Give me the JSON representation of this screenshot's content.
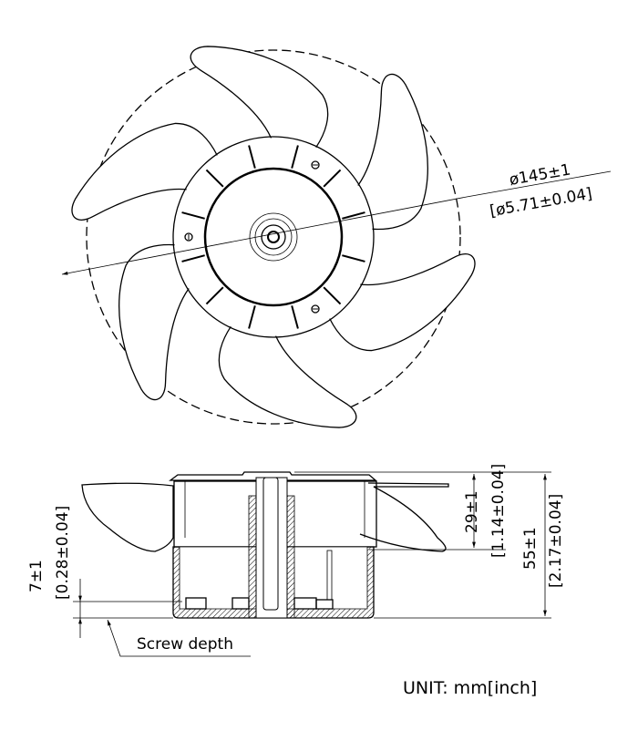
{
  "top_view": {
    "diameter_mm": "ø145±1",
    "diameter_inch": "[ø5.71±0.04]"
  },
  "side_view": {
    "height_29_mm": "29±1",
    "height_29_inch": "[1.14±0.04]",
    "height_55_mm": "55±1",
    "height_55_inch": "[2.17±0.04]",
    "screw_mm": "7±1",
    "screw_inch": "[0.28±0.04]",
    "screw_label": "Screw depth"
  },
  "unit_label": "UNIT: mm[inch]"
}
